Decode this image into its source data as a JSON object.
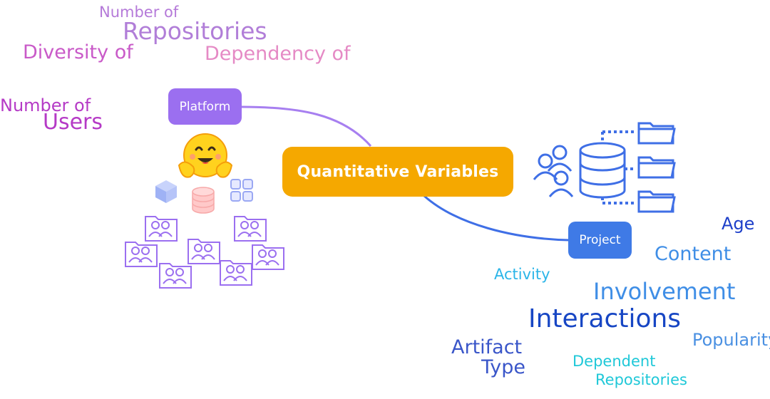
{
  "diagram": {
    "center_label": "Quantitative Variables",
    "platform_label": "Platform",
    "project_label": "Project",
    "colors": {
      "center": "#f5a800",
      "platform": "#9b6ff0",
      "project": "#3f7ae6",
      "platform_link": "#a77ff0",
      "project_link": "#3f6fe6"
    },
    "platform_words": {
      "number_of_1": "Number of",
      "repositories": "Repositories",
      "diversity_of": "Diversity of",
      "dependency_of": "Dependency of",
      "number_of_2": "Number of",
      "users": "Users"
    },
    "project_words": {
      "age": "Age",
      "content": "Content",
      "activity": "Activity",
      "involvement": "Involvement",
      "interactions": "Interactions",
      "popularity": "Popularity",
      "artifact": "Artifact",
      "type": "Type",
      "dependent": "Dependent",
      "dependent_repositories": "Repositories"
    },
    "icons": [
      "hugging-face-emoji-icon",
      "cube-icon",
      "database-icon",
      "grid-icon",
      "users-folder-cluster-icon",
      "users-icon",
      "database-folders-icon"
    ]
  }
}
